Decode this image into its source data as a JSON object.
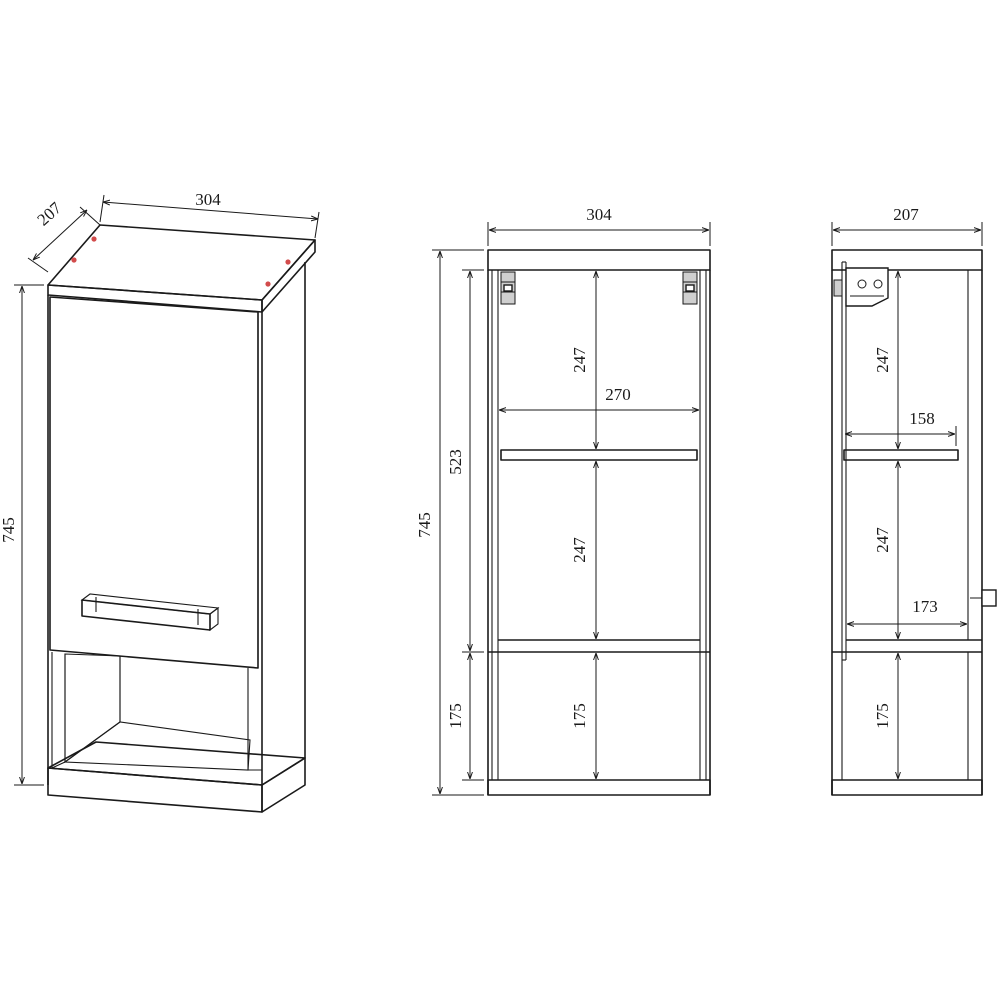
{
  "views": {
    "perspective": {
      "depth": "207",
      "width": "304",
      "height": "745"
    },
    "front": {
      "width": "304",
      "height": "745",
      "cabinet_height": "523",
      "niche_height_outer": "175",
      "upper_compartment": "247",
      "lower_compartment": "247",
      "inner_width": "270",
      "niche_height_inner": "175"
    },
    "side": {
      "depth": "207",
      "upper_compartment": "247",
      "shelf_depth": "158",
      "lower_compartment": "247",
      "bottom_depth": "173",
      "niche_height": "175"
    }
  },
  "colors": {
    "line": "#1a1a1a",
    "hinge_fill": "#cfcfcf",
    "marker_dot": "#d24b4b"
  }
}
